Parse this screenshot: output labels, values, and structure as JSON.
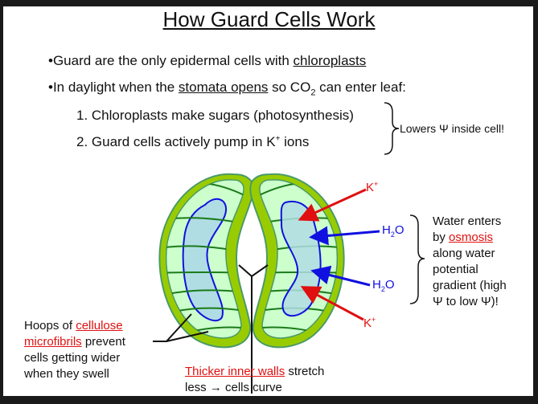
{
  "title": "How Guard Cells Work",
  "bullets": [
    {
      "prefix": "•Guard are the only epidermal cells with ",
      "link": "chloroplasts"
    },
    {
      "prefix": "•In daylight when the ",
      "link": "stomata opens",
      "mid": " so CO",
      "sub": "2",
      "suffix": " can enter leaf:"
    }
  ],
  "steps": [
    {
      "text": "1. Chloroplasts make sugars (photosynthesis)"
    },
    {
      "pre": "2. Guard cells actively pump in K",
      "sup": "+",
      "post": " ions"
    }
  ],
  "brace_note": "Lowers Ψ inside cell!",
  "diagram": {
    "k_label": "K",
    "k_sup": "+",
    "h2o_pre": "H",
    "h2o_sub": "2",
    "h2o_post": "O",
    "water_note": {
      "l1": "Water enters",
      "l2a": "by ",
      "l2b": "osmosis",
      "l3": "along water",
      "l4": "potential",
      "l5": "gradient (high",
      "l6": "Ψ to low Ψ)!"
    },
    "hoops_note": {
      "l1a": "Hoops of ",
      "l1b": "cellulose",
      "l2a": "microfibrils",
      "l2b": " prevent",
      "l3": "cells getting wider",
      "l4": "when they swell"
    },
    "walls_note": {
      "l1a": "Thicker inner walls",
      "l1b": " stretch",
      "l2": "less → cells curve"
    },
    "colors": {
      "wall": "#99cc00",
      "cytoplasm": "#ccffcc",
      "vacuole": "#b0dde3",
      "red": "#e01010",
      "blue": "#1010e0",
      "microfibril": "#1a7a1a"
    }
  }
}
